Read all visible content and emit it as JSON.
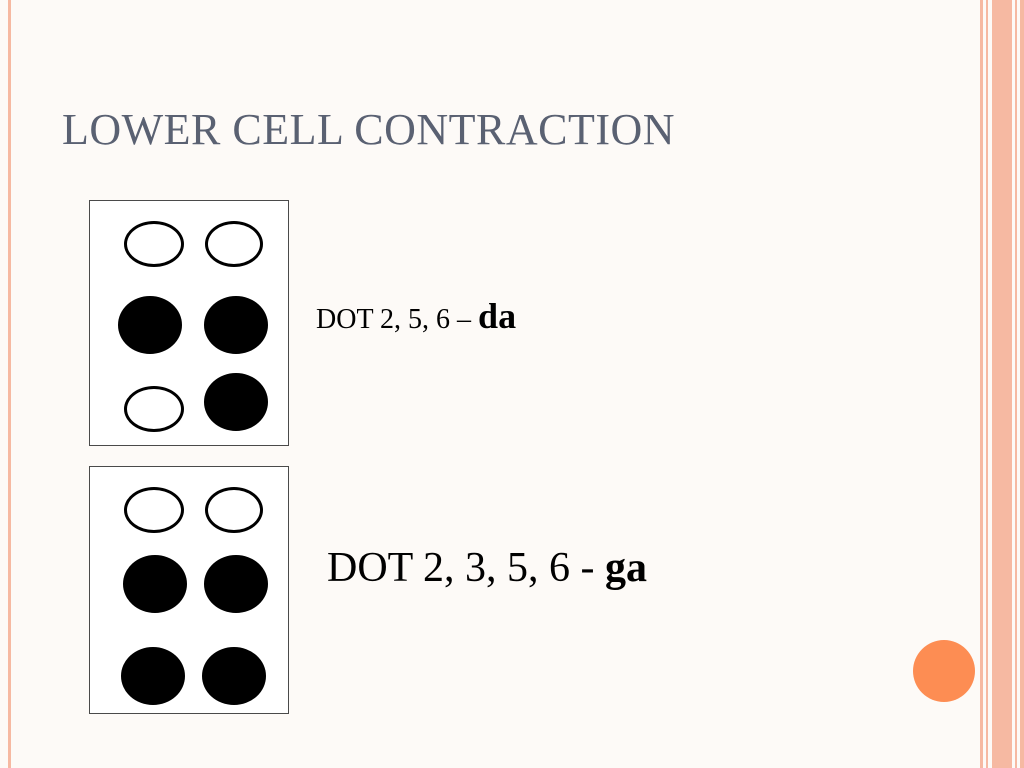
{
  "slide": {
    "title": "LOWER CELL CONTRACTION",
    "contractions": [
      {
        "label_prefix": "DOT 2, 5, 6 – ",
        "label_bold": "da",
        "dots_filled": [
          false,
          false,
          true,
          true,
          false,
          true
        ]
      },
      {
        "label_prefix": "DOT 2, 3, 5, 6 - ",
        "label_bold": "ga",
        "dots_filled": [
          false,
          false,
          true,
          true,
          true,
          true
        ]
      }
    ]
  },
  "colors": {
    "title": "#5a6172",
    "accent_stripes": "#f6b9a2",
    "accent_dot": "#fd8d53"
  }
}
